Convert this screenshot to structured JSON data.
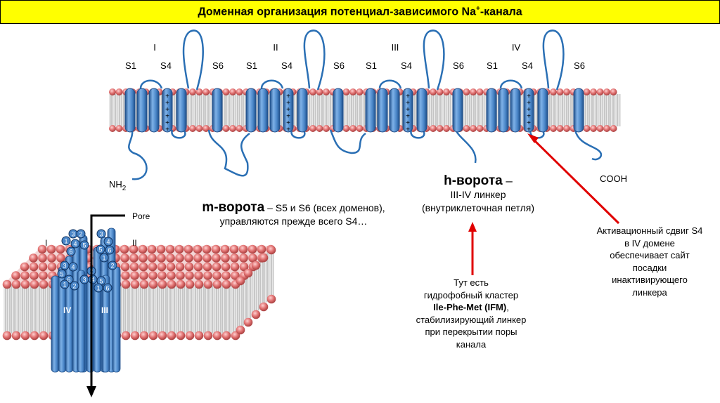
{
  "title": {
    "before": "Доменная организация потенциал-зависимого Na",
    "sup": "+",
    "after": "-канала"
  },
  "domains": [
    {
      "roman": "I",
      "s1": "S1",
      "s4": "S4",
      "s6": "S6"
    },
    {
      "roman": "II",
      "s1": "S1",
      "s4": "S4",
      "s6": "S6"
    },
    {
      "roman": "III",
      "s1": "S1",
      "s4": "S4",
      "s6": "S6"
    },
    {
      "roman": "IV",
      "s1": "S1",
      "s4": "S4",
      "s6": "S6"
    }
  ],
  "termini": {
    "n": "NH",
    "n_sub": "2",
    "c": "COOH"
  },
  "m_gate": {
    "title": "m-ворота",
    "text1": " – S5 и S6 (всех доменов),",
    "text2": "управляются прежде всего S4…"
  },
  "h_gate": {
    "title": "h-ворота",
    "dash": " –",
    "line1": "III-IV линкер",
    "line2": "(внутриклеточная петля)"
  },
  "ifm_note": {
    "line1": "Тут есть",
    "line2": "гидрофобный кластер",
    "bold": "Ile-Phe-Met (IFM)",
    "comma": ",",
    "line4": "стабилизирующий линкер",
    "line5": "при перекрытии поры",
    "line6": "канала"
  },
  "s4_note": {
    "line1": "Активационный сдвиг S4",
    "line2": "в IV домене",
    "line3": "обеспечивает сайт",
    "line4": "посадки",
    "line5": "инактивирующего",
    "line6": "линкера"
  },
  "pore_3d": {
    "pore": "Pore",
    "d1": "I",
    "d2": "II",
    "d3": "III",
    "d4": "IV",
    "nums": [
      "3",
      "2",
      "1",
      "4",
      "5",
      "6",
      "3",
      "4",
      "5",
      "6",
      "1",
      "2",
      "3",
      "4",
      "5",
      "6",
      "1",
      "2",
      "3",
      "4",
      "5",
      "6",
      "1",
      "2"
    ]
  },
  "colors": {
    "title_bg": "#ffff00",
    "helix": "#4a86c8",
    "helix_dark": "#1f4f8a",
    "lipid_head": "#e07070",
    "chain": "#2a6fb4",
    "arrow": "#e00000"
  }
}
